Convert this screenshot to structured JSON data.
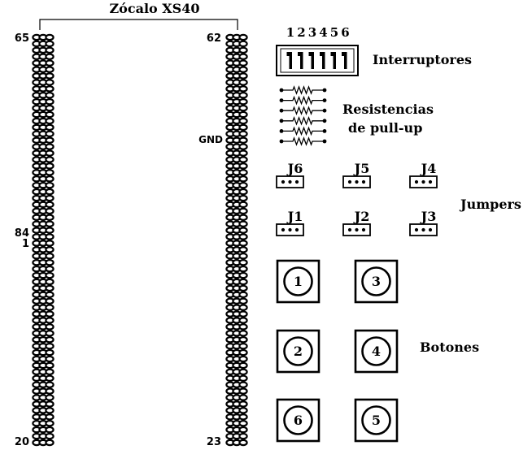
{
  "socket": {
    "title": "Zócalo XS40",
    "rows": 64,
    "left_top_label": "65",
    "left_label_84": "84",
    "left_label_1": "1",
    "left_bottom_label": "20",
    "right_top_label": "62",
    "right_gnd_label": "GND",
    "right_bottom_label": "23"
  },
  "switches": {
    "numbers": [
      "1",
      "2",
      "3",
      "4",
      "5",
      "6"
    ],
    "label": "Interruptores"
  },
  "resistors": {
    "count": 6,
    "label_line1": "Resistencias",
    "label_line2": "de pull-up"
  },
  "jumpers": {
    "label": "Jumpers",
    "items": [
      {
        "id": "J6",
        "pins": 3
      },
      {
        "id": "J5",
        "pins": 3
      },
      {
        "id": "J4",
        "pins": 3
      },
      {
        "id": "J1",
        "pins": 3
      },
      {
        "id": "J2",
        "pins": 3
      },
      {
        "id": "J3",
        "pins": 3
      }
    ]
  },
  "buttons": {
    "label": "Botones",
    "items": [
      "1",
      "3",
      "2",
      "4",
      "6",
      "5"
    ]
  }
}
